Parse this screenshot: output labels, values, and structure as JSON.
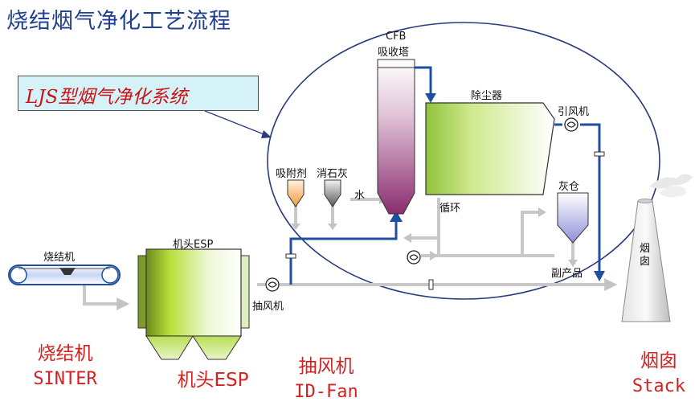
{
  "title": "烧结烟气净化工艺流程",
  "callout": "LJS型烟气净化系统",
  "equipment": {
    "sinter_machine": "烧结机",
    "head_esp": "机头ESP",
    "id_fan": "抽风机",
    "cfb": "CFB",
    "absorber": "吸收塔",
    "dust_collector": "除尘器",
    "induced_fan": "引风机",
    "ash_silo": "灰仓",
    "byproduct": "副产品",
    "adsorbent": "吸附剂",
    "slaked_lime": "消石灰",
    "water": "水",
    "circulation": "循环",
    "chimney": "烟囱"
  },
  "bottom_labels": {
    "sinter_cn": "烧结机",
    "sinter_en": "SINTER",
    "esp_cn": "机头ESP",
    "fan_cn": "抽风机",
    "fan_en": "ID-Fan",
    "stack_cn": "烟囱",
    "stack_en": "Stack"
  },
  "colors": {
    "title": "#1f3f8f",
    "flue_gas_line": "#1f4fa0",
    "ellipse": "#2b3a7a",
    "bottom_labels": "#d22222",
    "pipe_gray": "#c8c8c8"
  }
}
